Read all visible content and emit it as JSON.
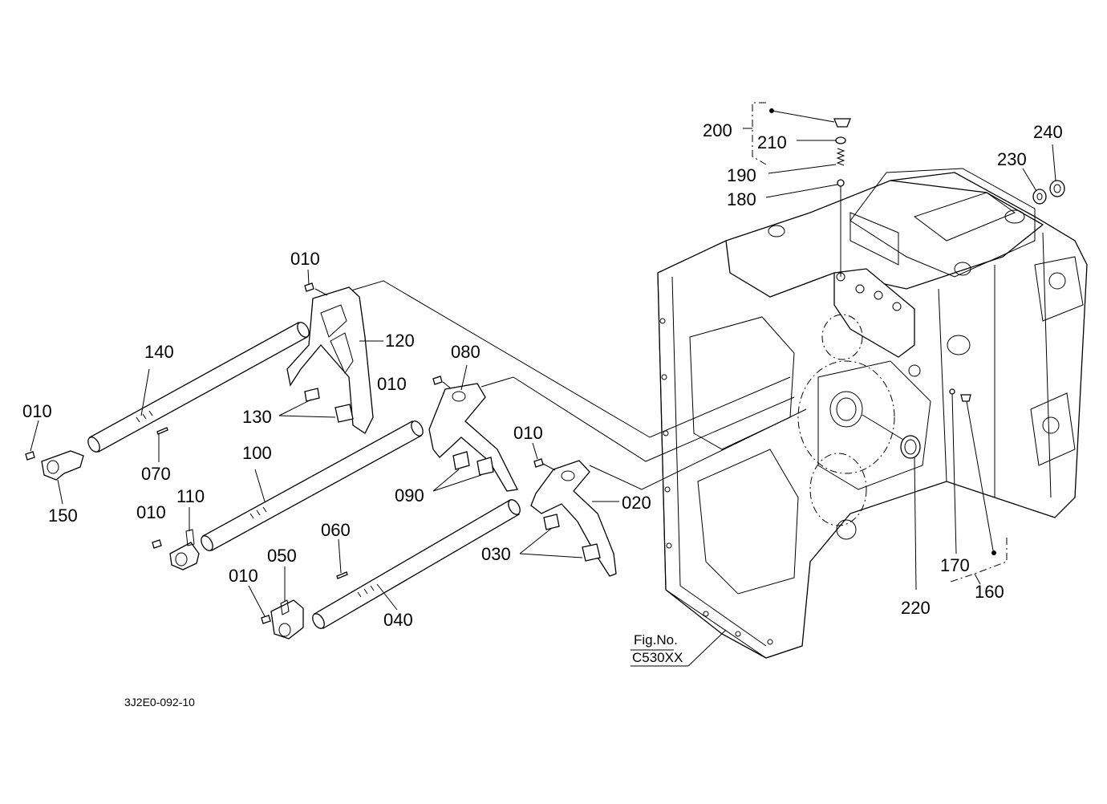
{
  "labels": {
    "p010_a": "010",
    "p010_b": "010",
    "p010_c": "010",
    "p010_d": "010",
    "p010_e": "010",
    "p010_f": "010",
    "p020": "020",
    "p030": "030",
    "p040": "040",
    "p050": "050",
    "p060": "060",
    "p070": "070",
    "p080": "080",
    "p090": "090",
    "p100": "100",
    "p110": "110",
    "p120": "120",
    "p130": "130",
    "p140": "140",
    "p150": "150",
    "p160": "160",
    "p170": "170",
    "p180": "180",
    "p190": "190",
    "p200": "200",
    "p210": "210",
    "p220": "220",
    "p230": "230",
    "p240": "240"
  },
  "figure_ref": {
    "line1": "Fig.No.",
    "line2": "C530XX"
  },
  "drawing_code": "3J2E0-092-10"
}
